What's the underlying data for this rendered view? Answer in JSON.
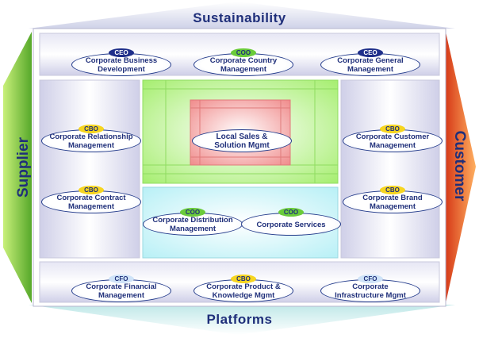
{
  "edges": {
    "top": "Sustainability",
    "bottom": "Platforms",
    "left": "Supplier",
    "right": "Customer"
  },
  "colors": {
    "edge_text": "#1f2f7a",
    "supplier_arrow": "#7cc63a",
    "customer_arrow": "#ef5a2b",
    "panel_lavender": "#d9d9ef",
    "core_green": "#b8f28a",
    "core_red": "#f2a0a0",
    "core_cyan": "#c8f4f8"
  },
  "nodes": [
    {
      "badge": "CEO",
      "text": [
        "Corporate Business",
        "Development"
      ]
    },
    {
      "badge": "COO",
      "text": [
        "Corporate Country",
        "Management"
      ]
    },
    {
      "badge": "CEO",
      "text": [
        "Corporate General",
        "Management"
      ]
    },
    {
      "badge": "CBO",
      "text": [
        "Corporate Relationship",
        "Management"
      ]
    },
    {
      "badge": "CBO",
      "text": [
        "Corporate Contract",
        "Management"
      ]
    },
    {
      "badge": "CBO",
      "text": [
        "Corporate Customer",
        "Management"
      ]
    },
    {
      "badge": "CBO",
      "text": [
        "Corporate Brand",
        "Management"
      ]
    },
    {
      "badge": "",
      "text": [
        "Local Sales &",
        "Solution Mgmt"
      ]
    },
    {
      "badge": "COO",
      "text": [
        "Corporate Distribution",
        "Management"
      ]
    },
    {
      "badge": "COO",
      "text": [
        "Corporate Services"
      ]
    },
    {
      "badge": "CFO",
      "text": [
        "Corporate Financial",
        "Management"
      ]
    },
    {
      "badge": "CBO",
      "text": [
        "Corporate Product &",
        "Knowledge Mgmt"
      ]
    },
    {
      "badge": "CFO",
      "text": [
        "Corporate",
        "Infrastructure Mgmt"
      ]
    }
  ]
}
